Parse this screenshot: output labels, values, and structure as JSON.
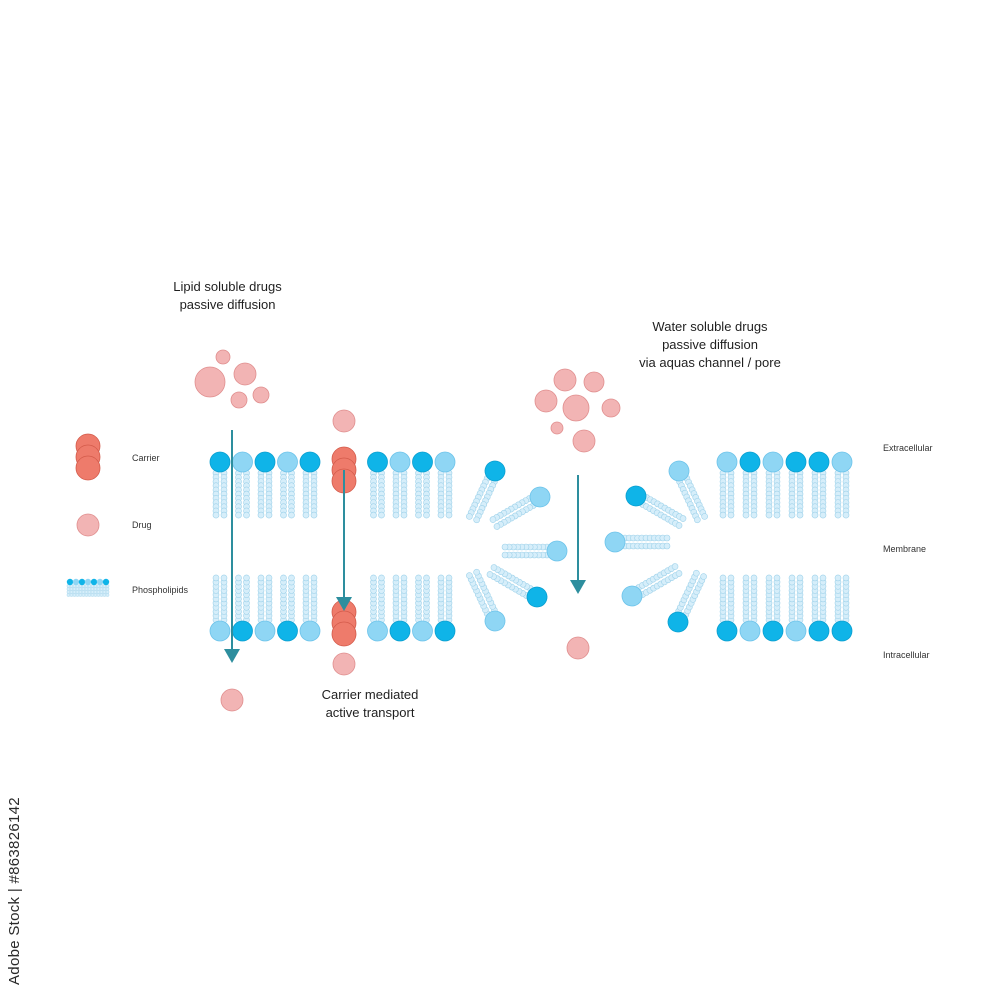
{
  "labels": {
    "lipid_title_1": "Lipid soluble drugs",
    "lipid_title_2": "passive diffusion",
    "water_title_1": "Water soluble drugs",
    "water_title_2": "passive diffusion",
    "water_title_3": "via aquas channel / pore",
    "carrier_title_1": "Carrier mediated",
    "carrier_title_2": "active transport",
    "extracellular": "Extracellular",
    "membrane": "Membrane",
    "intracellular": "Intracellular"
  },
  "legend": {
    "carrier": "Carrier",
    "drug": "Drug",
    "phospholipids": "Phospholipids"
  },
  "watermark": "Adobe Stock | #863826142",
  "colors": {
    "head_dark": "#0fb4e8",
    "head_light": "#8fd6f4",
    "tail": "#d6eefa",
    "tail_stroke": "#9fd2ea",
    "drug": "#f2b4b4",
    "drug_stroke": "#e08e8e",
    "carrier": "#ee7b6b",
    "carrier_stroke": "#d45b4b",
    "arrow": "#2d8e9e"
  }
}
